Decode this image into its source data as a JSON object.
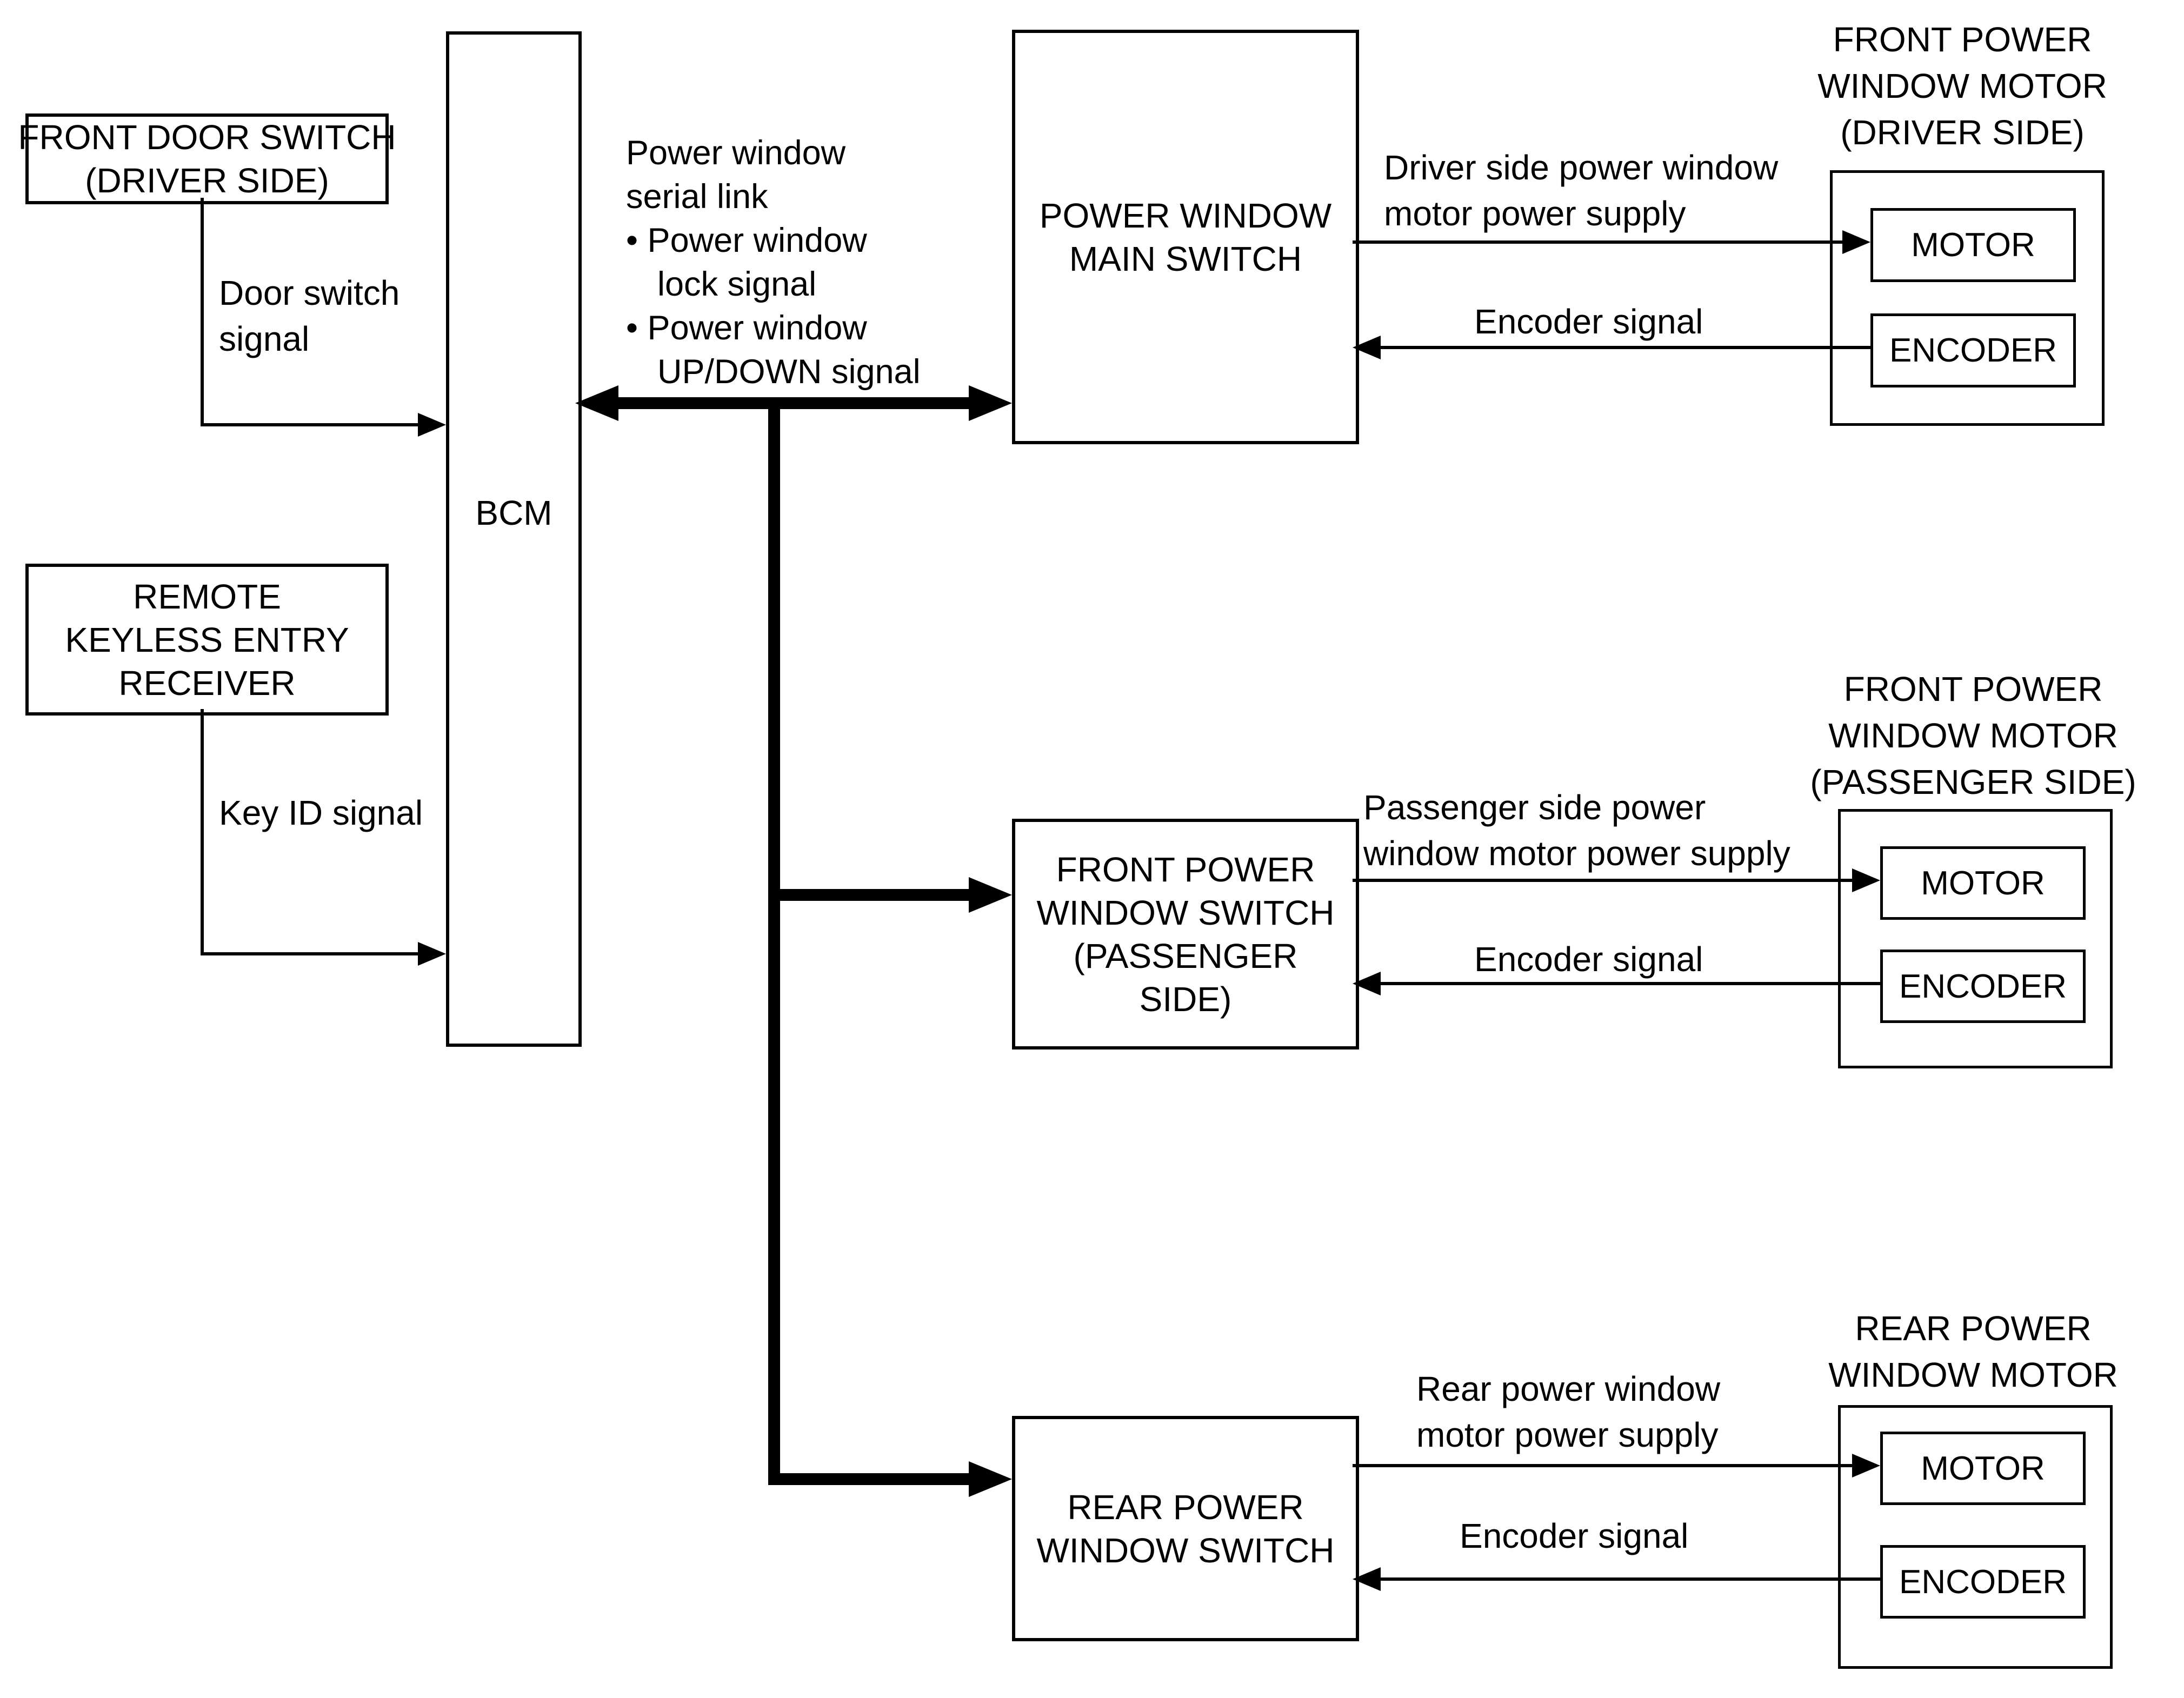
{
  "diagram": {
    "background": "#ffffff",
    "line_color": "#000000",
    "nodes": {
      "front_door_switch": {
        "lines": [
          "FRONT DOOR SWITCH",
          "(DRIVER SIDE)"
        ]
      },
      "remote_keyless_receiver": {
        "lines": [
          "REMOTE",
          "KEYLESS ENTRY",
          "RECEIVER"
        ]
      },
      "bcm": {
        "label": "BCM"
      },
      "power_window_main_switch": {
        "lines": [
          "POWER WINDOW",
          "MAIN SWITCH"
        ]
      },
      "front_power_window_switch_passenger": {
        "lines": [
          "FRONT POWER",
          "WINDOW SWITCH",
          "(PASSENGER",
          "SIDE)"
        ]
      },
      "rear_power_window_switch": {
        "lines": [
          "REAR POWER",
          "WINDOW SWITCH"
        ]
      },
      "front_motor_driver": {
        "header": [
          "FRONT POWER",
          "WINDOW MOTOR",
          "(DRIVER SIDE)"
        ],
        "motor_label": "MOTOR",
        "encoder_label": "ENCODER"
      },
      "front_motor_passenger": {
        "header": [
          "FRONT POWER",
          "WINDOW MOTOR",
          "(PASSENGER SIDE)"
        ],
        "motor_label": "MOTOR",
        "encoder_label": "ENCODER"
      },
      "rear_motor": {
        "header": [
          "REAR POWER",
          "WINDOW MOTOR"
        ],
        "motor_label": "MOTOR",
        "encoder_label": "ENCODER"
      }
    },
    "signals": {
      "door_switch": {
        "lines": [
          "Door switch",
          "signal"
        ]
      },
      "key_id": {
        "label": "Key ID signal"
      },
      "serial_link": {
        "lines": [
          "Power window",
          "serial link",
          "• Power window",
          "lock signal",
          "• Power window",
          "UP/DOWN signal"
        ]
      },
      "driver_supply": {
        "lines": [
          "Driver side power window",
          "motor power supply"
        ]
      },
      "driver_encoder": {
        "label": "Encoder signal"
      },
      "passenger_supply": {
        "lines": [
          "Passenger side power",
          "window motor power supply"
        ]
      },
      "passenger_encoder": {
        "label": "Encoder signal"
      },
      "rear_supply": {
        "lines": [
          "Rear power window",
          "motor power supply"
        ]
      },
      "rear_encoder": {
        "label": "Encoder signal"
      }
    }
  }
}
